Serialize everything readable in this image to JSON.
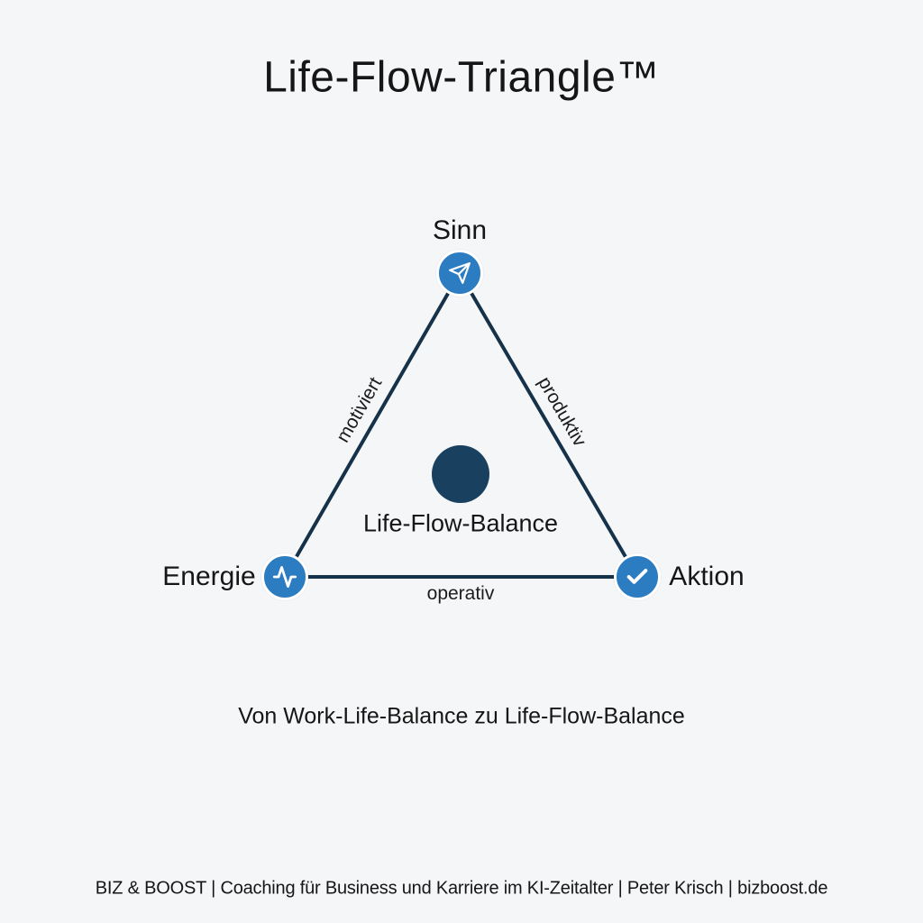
{
  "title": "Life-Flow-Triangle™",
  "triangle": {
    "top_node": {
      "label": "Sinn",
      "icon": "send-icon"
    },
    "left_node": {
      "label": "Energie",
      "icon": "pulse-icon"
    },
    "right_node": {
      "label": "Aktion",
      "icon": "check-icon"
    },
    "center": {
      "label": "Life-Flow-Balance"
    },
    "edges": {
      "left_label": "motiviert",
      "right_label": "produktiv",
      "bottom_label": "operativ"
    }
  },
  "subtitle": "Von Work-Life-Balance zu Life-Flow-Balance",
  "footer": "BIZ & BOOST | Coaching für Business und Karriere im KI-Zeitalter | Peter Krisch | bizboost.de",
  "colors": {
    "accent_blue": "#2c7cc2",
    "line_navy": "#15324a",
    "circle_navy": "#1a4060",
    "background": "#f5f6f8",
    "text": "#161616"
  }
}
